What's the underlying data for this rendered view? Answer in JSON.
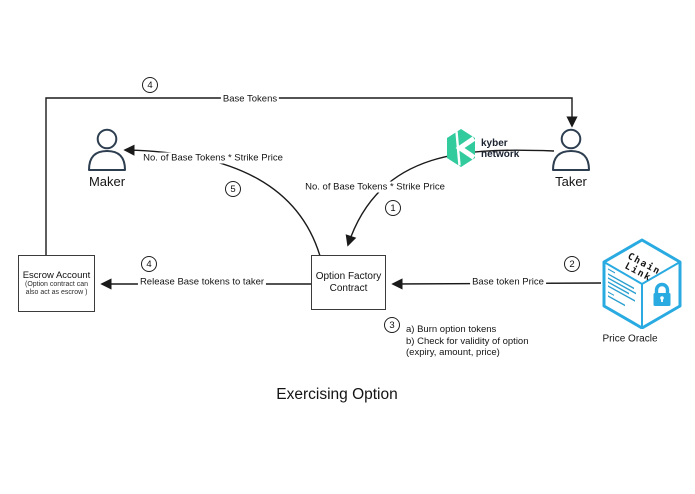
{
  "diagram": {
    "title": "Exercising Option"
  },
  "nodes": {
    "maker": {
      "label": "Maker"
    },
    "taker": {
      "label": "Taker"
    },
    "escrow": {
      "title": "Escrow Account",
      "note_line1": "(Option contract can",
      "note_line2": "also act as escrow )"
    },
    "option_factory": {
      "label_line1": "Option Factory",
      "label_line2": "Contract"
    },
    "kyber": {
      "name_line1": "kyber",
      "name_line2": "network"
    },
    "price_oracle": {
      "label": "Price Oracle",
      "cube_top_line1": "Chain",
      "cube_top_line2": "Link"
    }
  },
  "edges": {
    "base_tokens": {
      "label": "Base Tokens",
      "step": "4"
    },
    "strike_to_maker": {
      "label": "No. of Base Tokens * Strike Price",
      "step": "5"
    },
    "strike_from_taker": {
      "label": "No. of Base Tokens * Strike Price",
      "step": "1"
    },
    "release_to_escrow": {
      "label": "Release Base tokens to taker",
      "step": "4"
    },
    "base_token_price": {
      "label": "Base token Price",
      "step": "2"
    },
    "burn_step": {
      "step": "3",
      "line_a": "a) Burn option tokens",
      "line_b": "b) Check for validity of option",
      "line_c": "(expiry, amount, price)"
    }
  },
  "colors": {
    "kyber_green": "#31cb9e",
    "chainlink_blue": "#29abe2",
    "connector_stroke": "#1a1a1a"
  }
}
